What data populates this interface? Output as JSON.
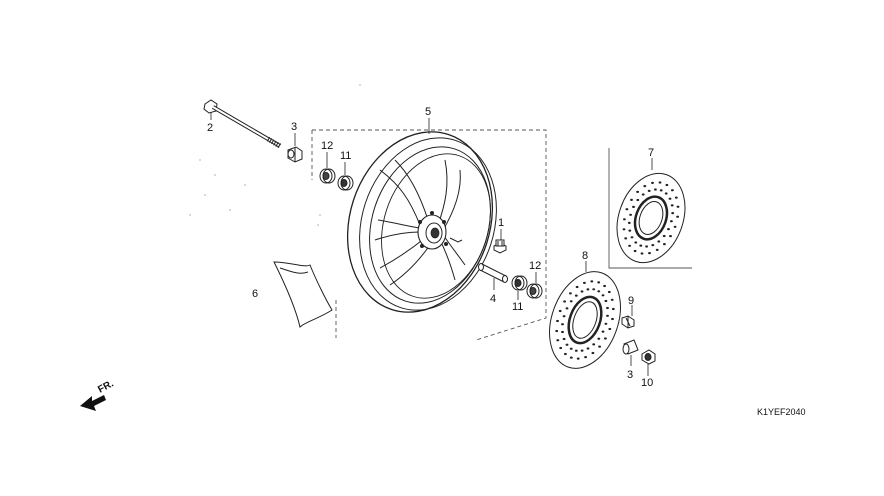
{
  "diagram": {
    "callouts": {
      "c1": "1",
      "c2": "2",
      "c3a": "3",
      "c3b": "3",
      "c4": "4",
      "c5": "5",
      "c6": "6",
      "c7": "7",
      "c8": "8",
      "c9": "9",
      "c10": "10",
      "c11a": "11",
      "c11b": "11",
      "c12a": "12",
      "c12b": "12"
    },
    "front_indicator": "FR.",
    "drawing_code": "K1YEF2040"
  }
}
